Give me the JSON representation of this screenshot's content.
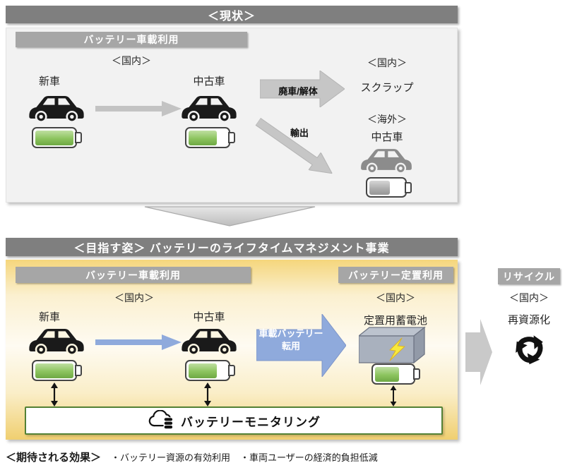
{
  "current": {
    "title": "＜現状＞",
    "onboard_label": "バッテリー車載利用",
    "domestic": "＜国内＞",
    "new_car": "新車",
    "used_car": "中古車",
    "disposal_arrow": "廃車/解体",
    "scrap_region": "＜国内＞",
    "scrap": "スクラップ",
    "export_arrow": "輸出",
    "overseas_region": "＜海外＞",
    "overseas_used_car": "中古車"
  },
  "target": {
    "title": "＜目指す姿＞ バッテリーのライフタイムマネジメント事業",
    "onboard_label": "バッテリー車載利用",
    "stationary_label": "バッテリー定置利用",
    "domestic_left": "＜国内＞",
    "domestic_right": "＜国内＞",
    "new_car": "新車",
    "used_car": "中古車",
    "conversion_line1": "車載バッテリー",
    "conversion_line2": "転用",
    "stationary_battery": "定置用蓄電池",
    "monitoring": "バッテリーモニタリング"
  },
  "recycle": {
    "label": "リサイクル",
    "domestic": "＜国内＞",
    "text": "再資源化"
  },
  "footer": {
    "heading": "＜期待される効果＞",
    "effect1": "・バッテリー資源の有効利用",
    "effect2": "・車両ユーザーの経済的負担低減"
  },
  "colors": {
    "header_bar": "#7f7f7f",
    "label_bar": "#a6a6a6",
    "panel_gray": "#f2f2f2",
    "panel_yellow_edge": "#f5d67c",
    "arrow_blue": "#8faadc",
    "battery_green": "#79b24a",
    "monitor_border": "#538135",
    "lightning_yellow": "#f8e93c"
  }
}
